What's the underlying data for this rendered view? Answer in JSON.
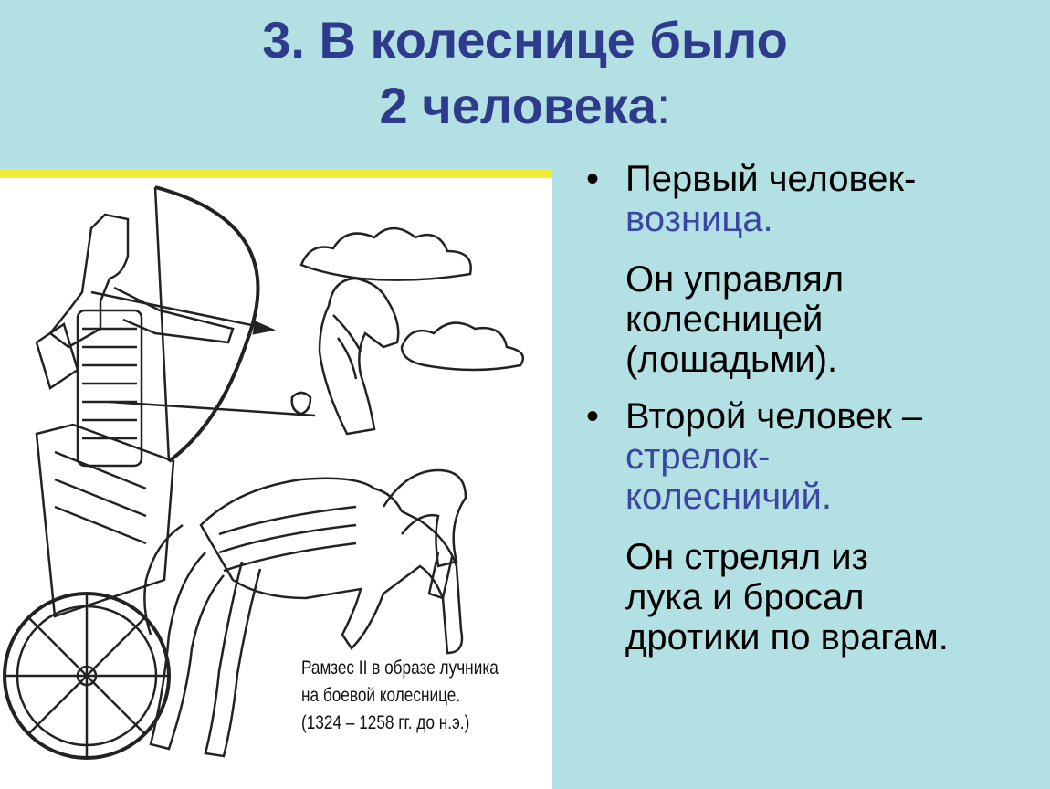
{
  "slide": {
    "title_line1": "3. В колеснице было",
    "title_line2": "2 человека",
    "title_colon": ":"
  },
  "picture": {
    "caption_line1": "Рамзес II в образе лучника",
    "caption_line2": "на боевой колеснице.",
    "caption_line3": "(1324 – 1258 гг. до н.э.)"
  },
  "content": {
    "bullet_glyph": "•",
    "b1_text": "Первый человек-",
    "b1_accent": "возница.",
    "b1_p_l1": "Он управлял",
    "b1_p_l2": "колесницей",
    "b1_p_l3": "(лошадьми).",
    "b2_l1": "Второй человек –",
    "b2_accent_l1": "стрелок-",
    "b2_accent_l2": "колесничий.",
    "b2_p_l1": "Он стрелял из",
    "b2_p_l2": "лука  и бросал",
    "b2_p_l3": "дротики по врагам."
  },
  "colors": {
    "background": "#b3e0e2",
    "title": "#2e3a8c",
    "accent": "#3a46a6",
    "frame_top": "#f3ec34"
  }
}
